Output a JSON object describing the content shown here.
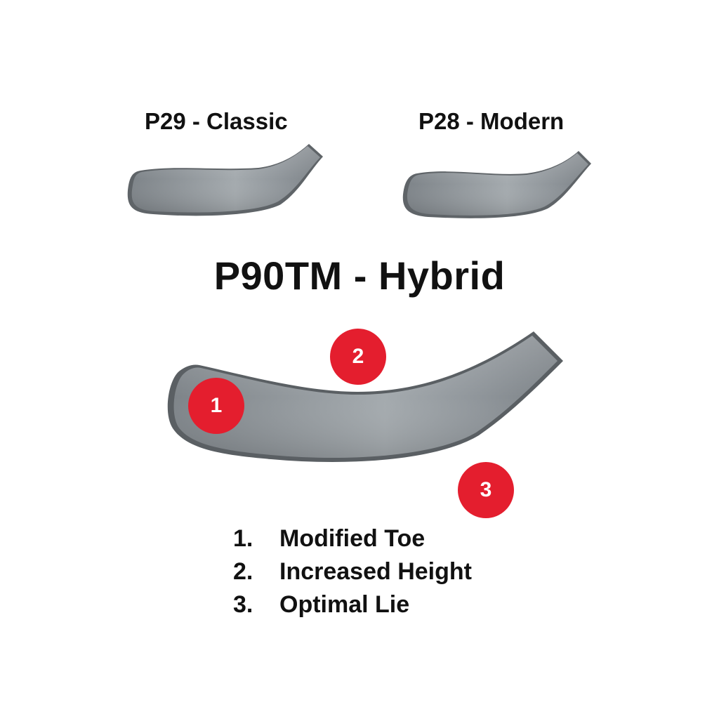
{
  "profiles": [
    {
      "label": "P29 - Classic"
    },
    {
      "label": "P28 - Modern"
    }
  ],
  "hybrid": {
    "title": "P90TM - Hybrid",
    "badges": [
      "1",
      "2",
      "3"
    ]
  },
  "features": [
    {
      "number": "1.",
      "text": "Modified Toe"
    },
    {
      "number": "2.",
      "text": "Increased Height"
    },
    {
      "number": "3.",
      "text": "Optimal Lie"
    }
  ],
  "colors": {
    "badge": "#e41e2e",
    "blade_light": "#a9afb3",
    "blade_mid": "#8b9196",
    "blade_dark": "#5f6468",
    "text": "#111111"
  }
}
